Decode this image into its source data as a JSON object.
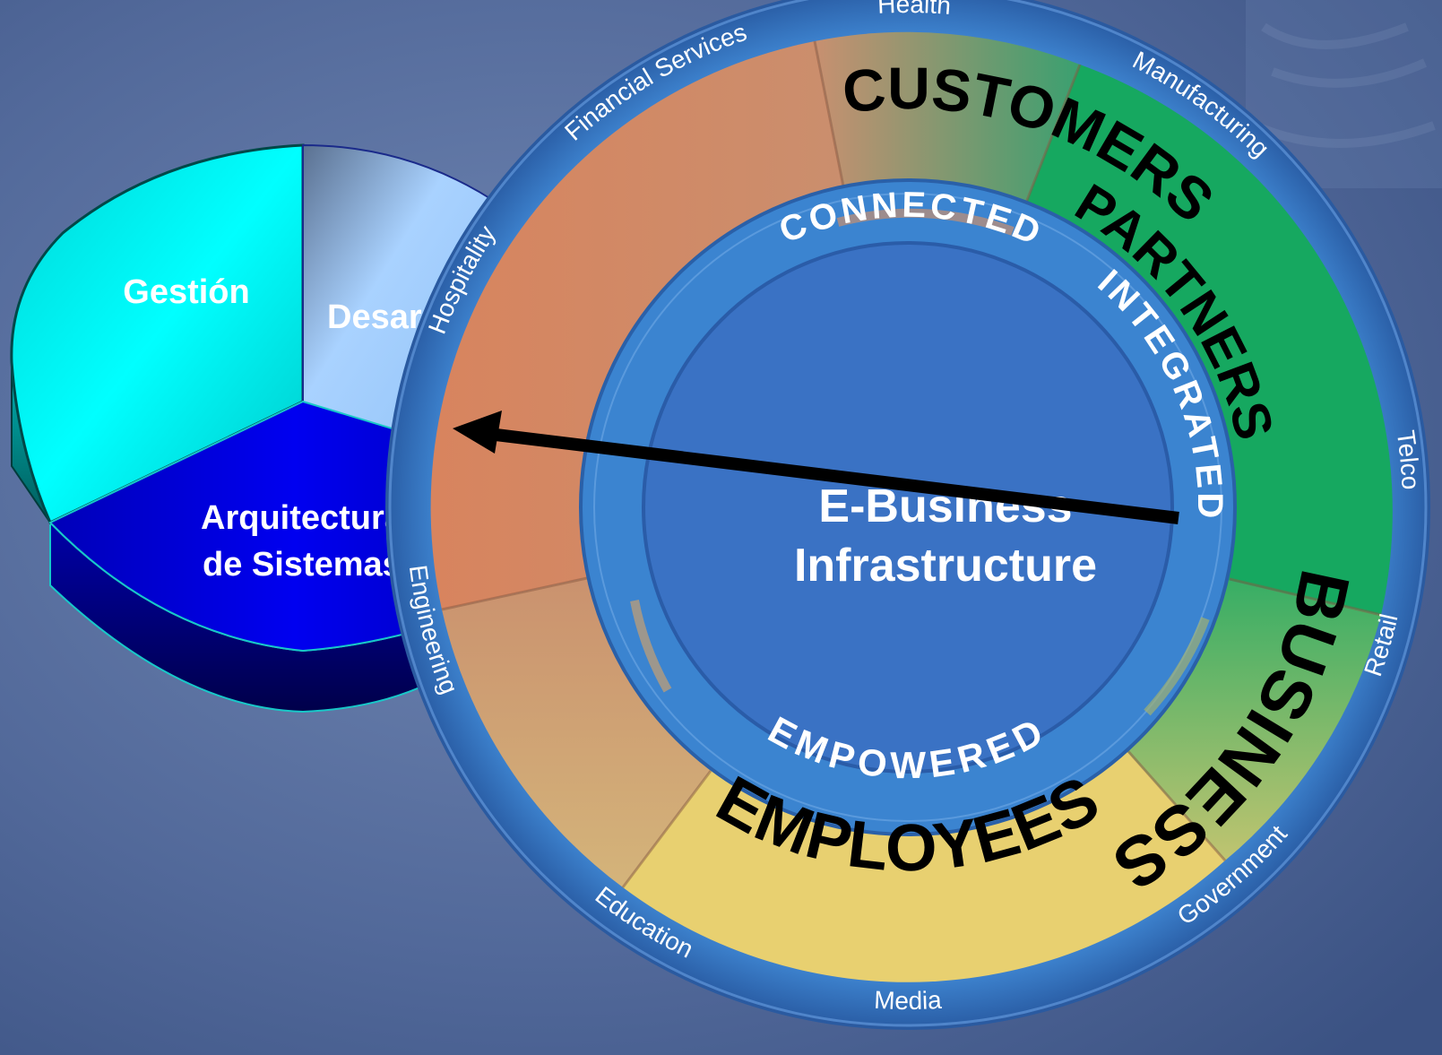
{
  "pie": {
    "slices": [
      {
        "label_lines": [
          "Gestión"
        ],
        "color": "#00e8e8"
      },
      {
        "label_lines": [
          "Desarr"
        ],
        "color": "#9ec8f2"
      },
      {
        "label_lines": [
          "Arquitectura",
          "de Sistemas"
        ],
        "color": "#0000e6"
      }
    ]
  },
  "wheel": {
    "center_lines": [
      "E-Business",
      "Infrastructure"
    ],
    "segments": {
      "customers": "CUSTOMERS",
      "business": "BUSINESS",
      "partners": "PARTNERS",
      "employees": "EMPLOYEES"
    },
    "inner_ring": {
      "connected": "CONNECTED",
      "integrated": "INTEGRATED",
      "empowered": "EMPOWERED"
    },
    "industries": [
      "Health",
      "Financial Services",
      "Hospitality",
      "Engineering",
      "Education",
      "Media",
      "Government",
      "Retail",
      "Telco",
      "Manufacturing"
    ],
    "colors": {
      "customers": "#d98a66",
      "partners": "#16a860",
      "employees": "#e8d070",
      "rim": "#3a7cc8",
      "center": "#3a72c4"
    }
  }
}
